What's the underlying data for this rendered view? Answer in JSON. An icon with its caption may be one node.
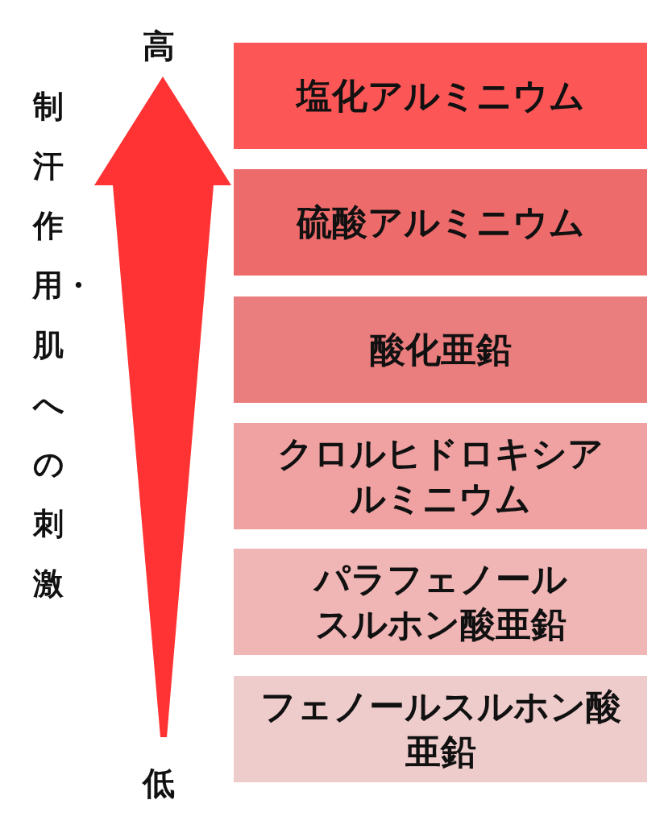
{
  "diagram": {
    "nodes": [
      {
        "text": [
          "塩化アルミニウム"
        ]
      },
      {
        "text": [
          "硫酸アルミニウム"
        ]
      },
      {
        "text": [
          "酸化亜鉛"
        ]
      },
      {
        "text": [
          "クロルヒドロキシアルミニウム"
        ]
      },
      {
        "text": [
          "パラフェノールスルホン酸亜鉛"
        ]
      },
      {
        "text": [
          "フェノールスルホン酸亜鉛"
        ]
      }
    ],
    "edges": [],
    "labels": [
      "高",
      "制汗作用・肌への刺激",
      "低"
    ]
  }
}
